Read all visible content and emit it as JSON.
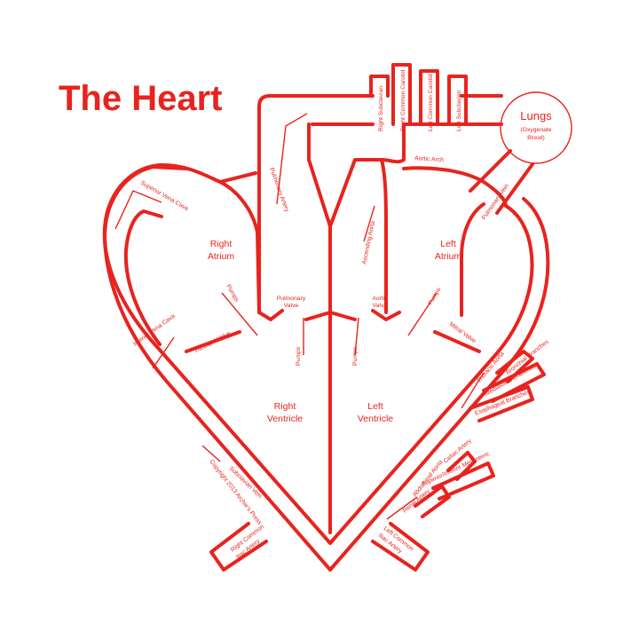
{
  "title": "The Heart",
  "lungs": {
    "name": "Lungs",
    "sub1": "(Oxygenate",
    "sub2": "Blood)"
  },
  "chambers": {
    "right_atrium": [
      "Right",
      "Atrium"
    ],
    "left_atrium": [
      "Left",
      "Atrium"
    ],
    "right_ventricle": [
      "Right",
      "Ventricle"
    ],
    "left_ventricle": [
      "Left",
      "Ventricle"
    ]
  },
  "valves": {
    "pulmonary": [
      "Pulmonary",
      "Valve"
    ],
    "aortic": [
      "Aortic",
      "Valve"
    ],
    "tricuspid": "Tricuspid Valve",
    "mitral": "Mitral Valve"
  },
  "pump_label": "Pumps",
  "arch_branches": [
    "Right Subclavian",
    "Right Common Carotid",
    "Left Common Carotid",
    "Left Subclavian"
  ],
  "vessels": {
    "superior_vena_cava": "Superior Vena Cava",
    "inferior_vena_cava": "Inferior Vena Cava",
    "pulmonary_artery": "Pulmonary Artery",
    "pulmonary_vein": "Pulmonary Vein",
    "aortic_arch": "Aortic Arch",
    "ascending_aorta": "Ascending Aorta",
    "thoracic_aorta": "Thoracic Aorta",
    "abdominal_aorta": "Abdominal Aorta",
    "subclavian_vein": "Subclavian Vein"
  },
  "aorta_branches": [
    "Bronchial Branches",
    "Mediastinal Branches",
    "Esophageal Branches",
    "Celiac Artery",
    "Superior/Inferior Mesenteric",
    "Renal Artery"
  ],
  "iliac": {
    "right": [
      "Right Common",
      "Iliac Artery"
    ],
    "left": [
      "Left Common",
      "Iliac Artery"
    ]
  },
  "copyright": "Copyright 2013 Archie's Press"
}
